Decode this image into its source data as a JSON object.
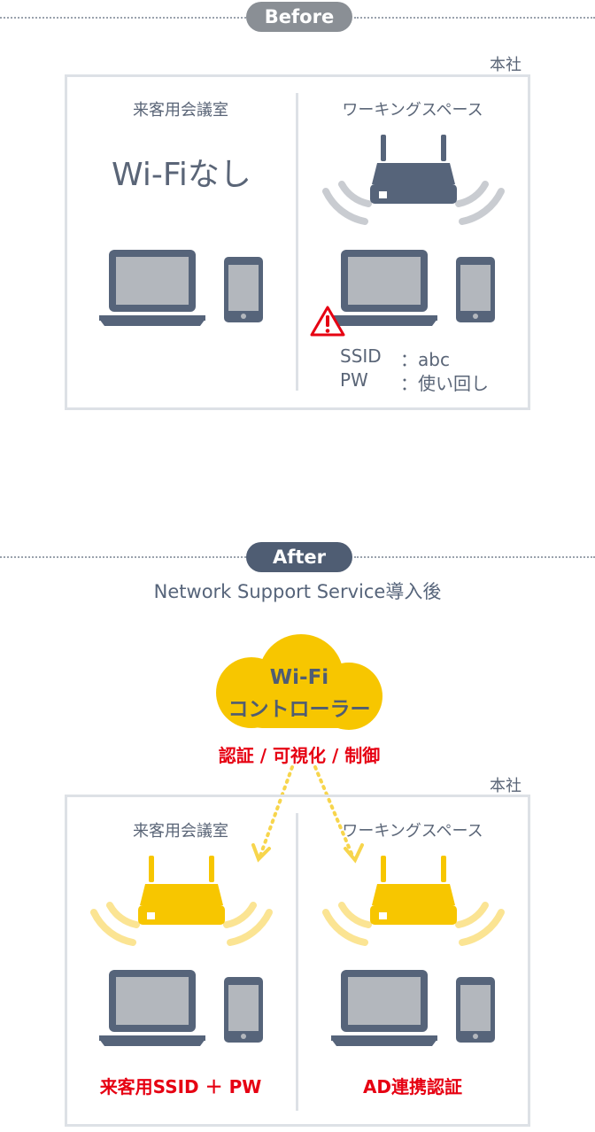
{
  "before": {
    "badge": "Before",
    "hq_label": "本社",
    "left_room": {
      "title": "来客用会議室",
      "status": "Wi-Fiなし"
    },
    "right_room": {
      "title": "ワーキングスペース",
      "ssid_key": "SSID",
      "ssid_value": "：abc",
      "pw_key": "PW",
      "pw_value": "：使い回し"
    }
  },
  "after": {
    "badge": "After",
    "subtitle": "Network Support Service導入後",
    "cloud_line1": "Wi-Fi",
    "cloud_line2": "コントローラー",
    "functions": "認証 / 可視化 / 制御",
    "hq_label": "本社",
    "left_room": {
      "title": "来客用会議室",
      "caption": "来客用SSID ＋ PW"
    },
    "right_room": {
      "title": "ワーキングスペース",
      "caption": "AD連携認証"
    }
  },
  "colors": {
    "device": "#56647a",
    "screen": "#b3b7bd",
    "router_before": "#56647a",
    "router_after": "#f7c600",
    "wave_before": "#c9ccd1",
    "wave_after": "#fbe493",
    "arrow": "#f7d54c",
    "alert": "#e60012"
  }
}
